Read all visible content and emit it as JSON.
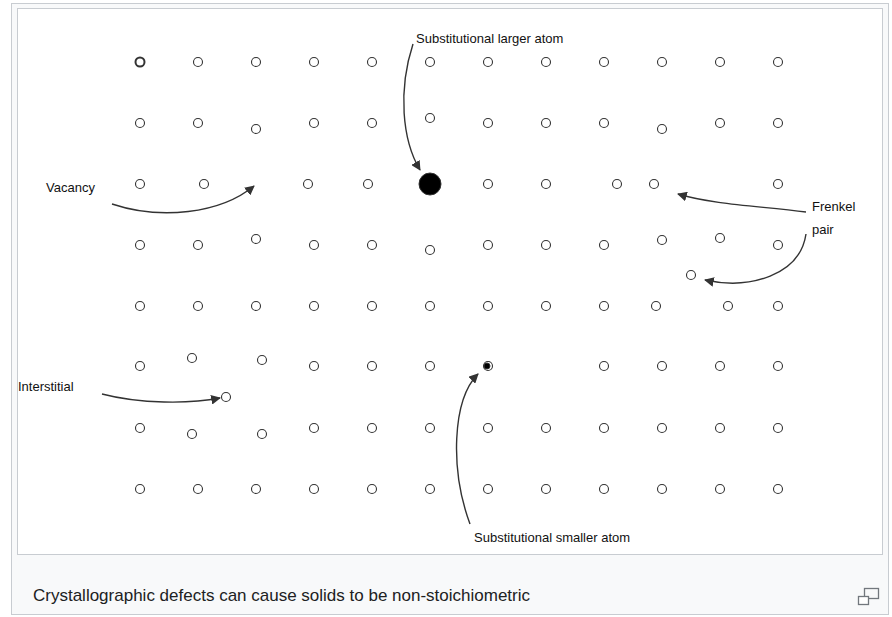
{
  "diagram": {
    "caption": "Crystallographic defects can cause solids to be non-stoichiometric",
    "labels": [
      "Substitutional larger atom",
      "Vacancy",
      "Frenkel pair",
      "Interstitial",
      "Substitutional smaller atom"
    ]
  }
}
